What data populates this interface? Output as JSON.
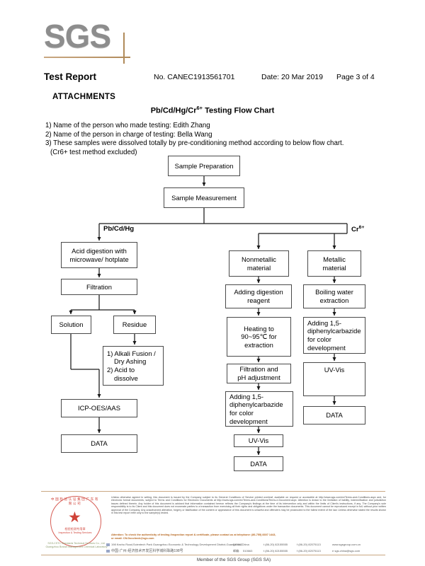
{
  "header": {
    "logo_text": "SGS",
    "report_title": "Test Report",
    "report_no": "No. CANEC1913561701",
    "report_date": "Date: 20 Mar 2019",
    "page_label": "Page 3 of 4",
    "attachments_heading": "ATTACHMENTS"
  },
  "flow_title_main": "Pb/Cd/Hg/Cr",
  "flow_title_sup": "6+",
  "flow_title_tail": " Testing Flow Chart",
  "notes": [
    "1) Name of the person who made testing: Edith Zhang",
    "2) Name of the person in charge of testing: Bella Wang",
    "3) These samples were dissolved totally by pre-conditioning method according to below flow chart.",
    "(Cr6+ test method excluded)"
  ],
  "chart_data": {
    "type": "diagram",
    "title": "Pb/Cd/Hg/Cr6+ Testing Flow Chart",
    "nodes": [
      {
        "id": "sample_prep",
        "label": "Sample Preparation"
      },
      {
        "id": "sample_meas",
        "label": "Sample Measurement"
      },
      {
        "id": "acid_digest",
        "label": "Acid digestion with microwave/ hotplate"
      },
      {
        "id": "filtration",
        "label": "Filtration"
      },
      {
        "id": "solution",
        "label": "Solution"
      },
      {
        "id": "residue",
        "label": "Residue"
      },
      {
        "id": "alkali",
        "label": "1) Alkali Fusion / Dry Ashing 2) Acid to dissolve"
      },
      {
        "id": "icp",
        "label": "ICP-OES/AAS"
      },
      {
        "id": "data_left",
        "label": "DATA"
      },
      {
        "id": "nonmetallic",
        "label": "Nonmetallic material"
      },
      {
        "id": "add_reagent",
        "label": "Adding digestion reagent"
      },
      {
        "id": "heating",
        "label": "Heating to 90~95℃ for extraction"
      },
      {
        "id": "filt_ph",
        "label": "Filtration and pH adjustment"
      },
      {
        "id": "dpc_mid",
        "label": "Adding 1,5-diphenylcarbazide for color development"
      },
      {
        "id": "uvvis_mid",
        "label": "UV-Vis"
      },
      {
        "id": "data_mid",
        "label": "DATA"
      },
      {
        "id": "metallic",
        "label": "Metallic material"
      },
      {
        "id": "boiling",
        "label": "Boiling water extraction"
      },
      {
        "id": "dpc_right",
        "label": "Adding 1,5-diphenylcarbazide for color development"
      },
      {
        "id": "uvvis_right",
        "label": "UV-Vis"
      },
      {
        "id": "data_right",
        "label": "DATA"
      }
    ],
    "branch_labels": [
      {
        "id": "branch_left",
        "text": "Pb/Cd/Hg",
        "sup": ""
      },
      {
        "id": "branch_right",
        "text": "Cr",
        "sup": "6+"
      }
    ],
    "edges": [
      [
        "sample_prep",
        "sample_meas"
      ],
      [
        "sample_meas",
        "acid_digest"
      ],
      [
        "sample_meas",
        "nonmetallic"
      ],
      [
        "sample_meas",
        "metallic"
      ],
      [
        "acid_digest",
        "filtration"
      ],
      [
        "filtration",
        "solution"
      ],
      [
        "filtration",
        "residue"
      ],
      [
        "residue",
        "alkali"
      ],
      [
        "solution",
        "icp"
      ],
      [
        "alkali",
        "icp"
      ],
      [
        "icp",
        "data_left"
      ],
      [
        "nonmetallic",
        "add_reagent"
      ],
      [
        "add_reagent",
        "heating"
      ],
      [
        "heating",
        "filt_ph"
      ],
      [
        "filt_ph",
        "dpc_mid"
      ],
      [
        "dpc_mid",
        "uvvis_mid"
      ],
      [
        "uvvis_mid",
        "data_mid"
      ],
      [
        "metallic",
        "boiling"
      ],
      [
        "boiling",
        "dpc_right"
      ],
      [
        "dpc_right",
        "uvvis_right"
      ],
      [
        "uvvis_right",
        "data_right"
      ]
    ]
  },
  "nodes_text": {
    "sample_prep": "Sample Preparation",
    "sample_meas": "Sample Measurement",
    "acid_digest_l1": "Acid digestion with",
    "acid_digest_l2": "microwave/ hotplate",
    "filtration": "Filtration",
    "solution": "Solution",
    "residue": "Residue",
    "alkali_l1": "1) Alkali Fusion /",
    "alkali_l2": "Dry Ashing",
    "alkali_l3": "2) Acid to",
    "alkali_l4": "dissolve",
    "icp": "ICP-OES/AAS",
    "data_left": "DATA",
    "nonmetallic_l1": "Nonmetallic",
    "nonmetallic_l2": "material",
    "add_reagent_l1": "Adding digestion",
    "add_reagent_l2": "reagent",
    "heating_l1": "Heating to",
    "heating_l2": "90~95℃ for",
    "heating_l3": "extraction",
    "filt_ph_l1": "Filtration and",
    "filt_ph_l2": "pH adjustment",
    "dpc_l1": "Adding 1,5-",
    "dpc_l2": "diphenylcarbazide",
    "dpc_l3": "for color",
    "dpc_l4": "development",
    "uvvis_mid": "UV-Vis",
    "data_mid": "DATA",
    "metallic_l1": "Metallic",
    "metallic_l2": "material",
    "boiling_l1": "Boiling water",
    "boiling_l2": "extraction",
    "uvvis_right": "UV-Vis",
    "data_right": "DATA",
    "branch_left": "Pb/Cd/Hg",
    "branch_right": "Cr"
  },
  "footer": {
    "disclaimer": "Unless otherwise agreed in writing, this document is issued by the Company subject to its General Conditions of Service printed overleaf, available on request or accessible at http://www.sgs.com/en/Terms-and-Conditions.aspx and, for electronic format documents, subject to Terms and Conditions for Electronic Documents at http://www.sgs.com/en/Terms-and-Conditions/Terms-e-Document.aspx. Attention is drawn to the limitation of liability, indemnification and jurisdiction issues defined therein. Any holder of this document is advised that information contained hereon reflects the Company's findings at the time of its intervention only and within the limits of Client's instructions, if any. The Company's sole responsibility is to its Client and this document does not exonerate parties to a transaction from exercising all their rights and obligations under the transaction documents. This document cannot be reproduced except in full, without prior written approval of the Company. Any unauthorized alteration, forgery or falsification of the content or appearance of this document is unlawful and offenders may be prosecuted to the fullest extent of the law. Unless otherwise stated the results shown in this test report refer only to the sample(s) tested.",
    "attention_line1": "Attention: To check the authenticity of testing /inspection report & certificate, please contact us at telephone: (86-755) 8307 1443,",
    "attention_line2": "or email: CN.Doccheck@sgs.com",
    "address_en": "198 Kezhu Road,Scientech Park Guangzhou Economic & Technology Development District,Guangzhou,China",
    "address_cn": "中国·广州·经济技术开发区科学城科珠路198号",
    "postcode_en": "510663",
    "postcode_cn_label": "邮编:",
    "postcode_cn": "510663",
    "tel": "t (86-20) 82155555",
    "fax": "f (86-20) 82075113",
    "web": "www.sgsgroup.com.cn",
    "email": "e sgs.china@sgs.com",
    "member": "Member of the SGS Group (SGS SA)"
  },
  "seal": {
    "ring_text": "中国检验认证集团广东有限公司",
    "sub_cn": "检验检测专用章",
    "sub_en": "Inspection & Testing Services",
    "foot_line1": "SGS-CSTC Standards Technical Services Co., Ltd.",
    "foot_line2": "Guangzhou Branch Management Chemical Laboratory"
  }
}
